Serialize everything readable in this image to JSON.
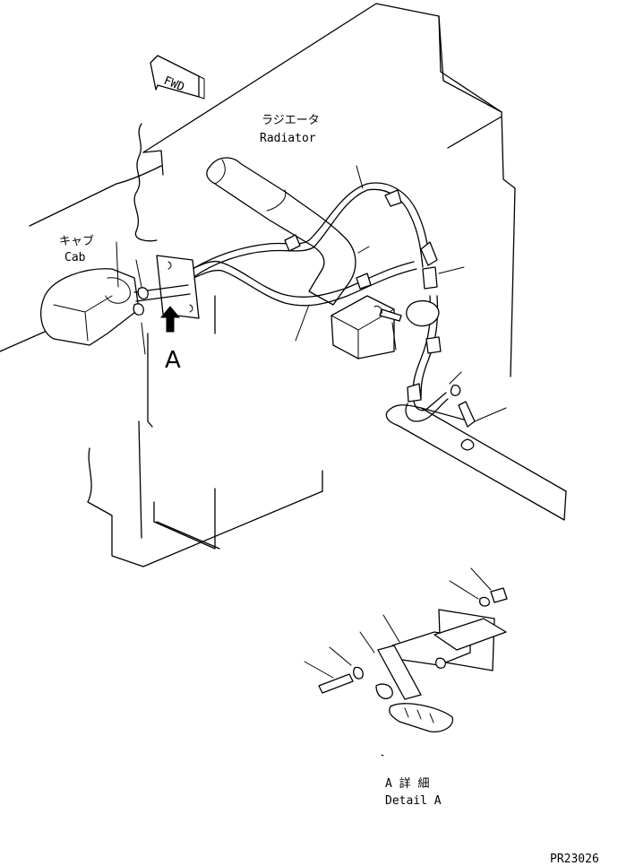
{
  "fwd_label": "FWD",
  "radiator_jp": "ラジエータ",
  "radiator_en": "Radiator",
  "cab_jp": "キャブ",
  "cab_en": "Cab",
  "view_letter": "A",
  "detail_jp": "A 詳 細",
  "detail_en": "Detail A",
  "part_code": "PR23026"
}
